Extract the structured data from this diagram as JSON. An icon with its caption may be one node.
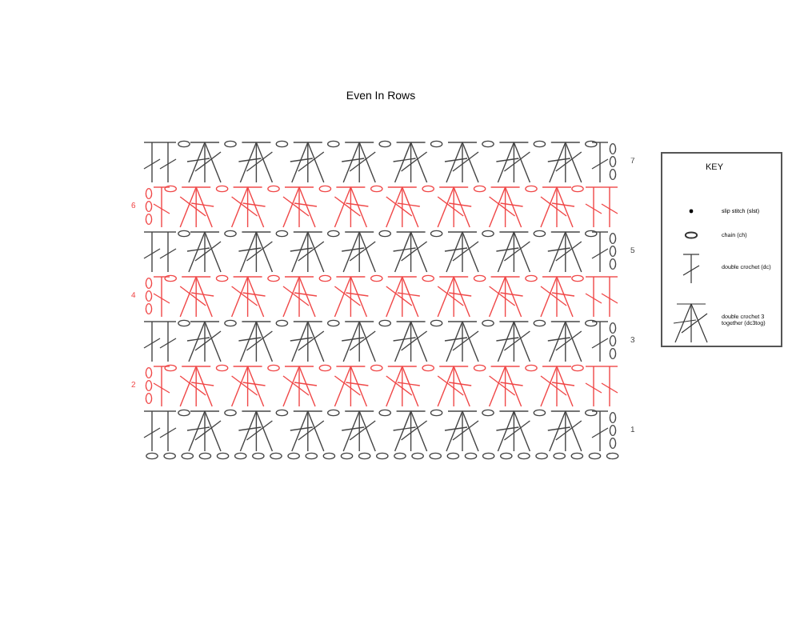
{
  "diagram": {
    "title": "Even In Rows",
    "labels": [
      "7",
      "6",
      "5",
      "4",
      "3",
      "2",
      "1",
      "KEY"
    ],
    "legend": [
      {
        "text": "slip stitch (slst)"
      },
      {
        "text": "chain (ch)"
      },
      {
        "text": "double crochet (dc)"
      },
      {
        "text": "double crochet 3 together (dc3tog)"
      }
    ]
  }
}
